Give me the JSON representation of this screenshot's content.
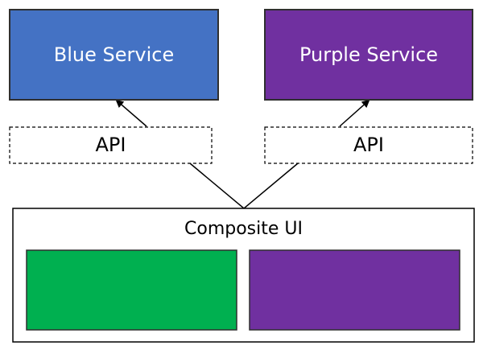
{
  "diagram": {
    "blue_service": {
      "label": "Blue Service",
      "fill": "#4472C4"
    },
    "purple_service": {
      "label": "Purple Service",
      "fill": "#7030A0"
    },
    "api_left": {
      "label": "API"
    },
    "api_right": {
      "label": "API"
    },
    "composite_ui": {
      "label": "Composite UI",
      "left_panel_fill": "#00B050",
      "right_panel_fill": "#7030A0"
    }
  }
}
